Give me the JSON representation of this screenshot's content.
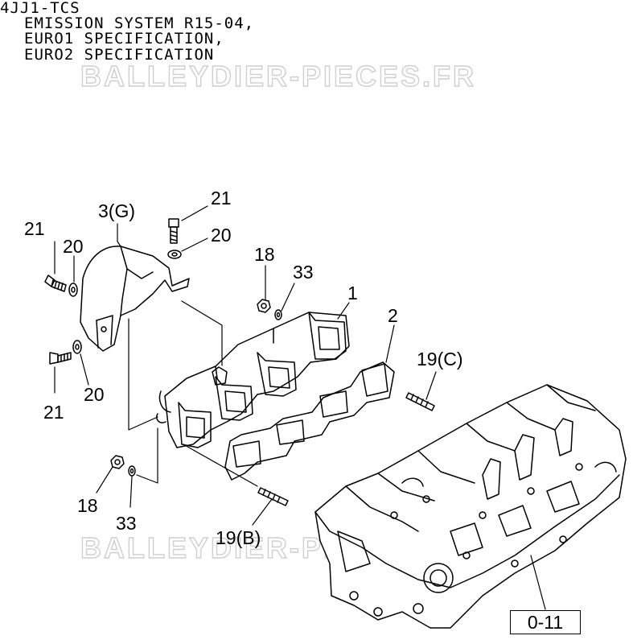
{
  "header": {
    "model": "4JJ1-TCS",
    "line1": "EMISSION SYSTEM R15-04,",
    "line2": "EURO1 SPECIFICATION,",
    "line3": "EURO2 SPECIFICATION"
  },
  "watermark": {
    "text_top": "BALLEYDIER-PIECES.FR",
    "text_bottom": "BALLEYDIER-PIECES.FR"
  },
  "callouts": {
    "c_3g": "3(G)",
    "c_21_top": "21",
    "c_20_top": "20",
    "c_21_left": "21",
    "c_20_left": "20",
    "c_18_top": "18",
    "c_33_top": "33",
    "c_1": "1",
    "c_2": "2",
    "c_19c": "19(C)",
    "c_20_low": "20",
    "c_21_low": "21",
    "c_18_low": "18",
    "c_33_low": "33",
    "c_19b": "19(B)"
  },
  "reference": {
    "label": "0-11"
  },
  "colors": {
    "line": "#000000",
    "background": "#ffffff",
    "watermark": "#cfcfcf"
  }
}
